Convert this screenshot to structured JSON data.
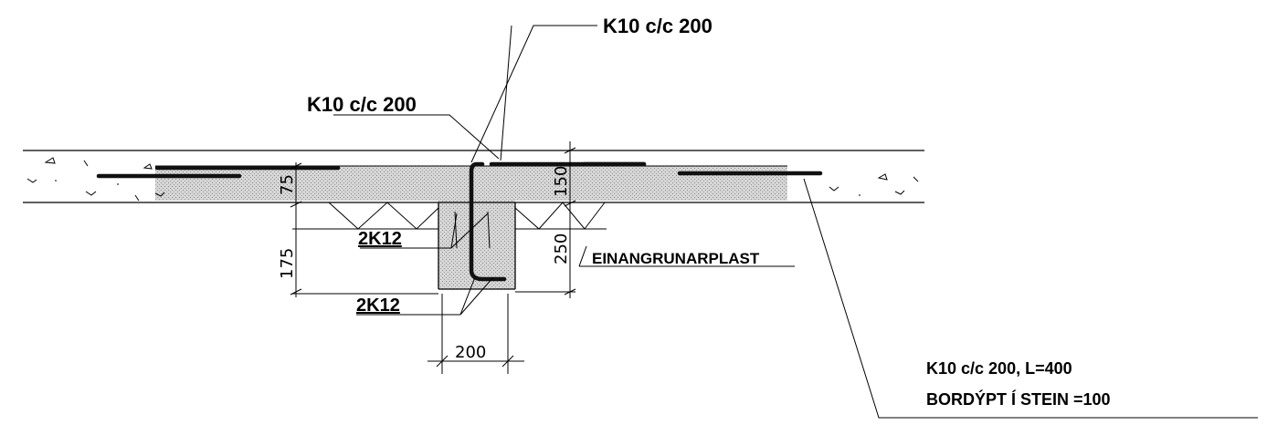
{
  "labels": {
    "top_callout": "K10 c/c 200",
    "mid_callout": "K10 c/c 200",
    "upper_bars": "2K12",
    "lower_bars": "2K12",
    "insulation": "EINANGRUNARPLAST",
    "note_line1": "K10 c/c 200, L=400",
    "note_line2": "BORDÝPT Í STEIN =100"
  },
  "dimensions": {
    "slab_left": "75",
    "beam_depth_left": "175",
    "slab_right": "150",
    "beam_depth_right": "250",
    "beam_width": "200"
  },
  "colors": {
    "ink": "#000000",
    "fill": "#cfcfcf"
  }
}
